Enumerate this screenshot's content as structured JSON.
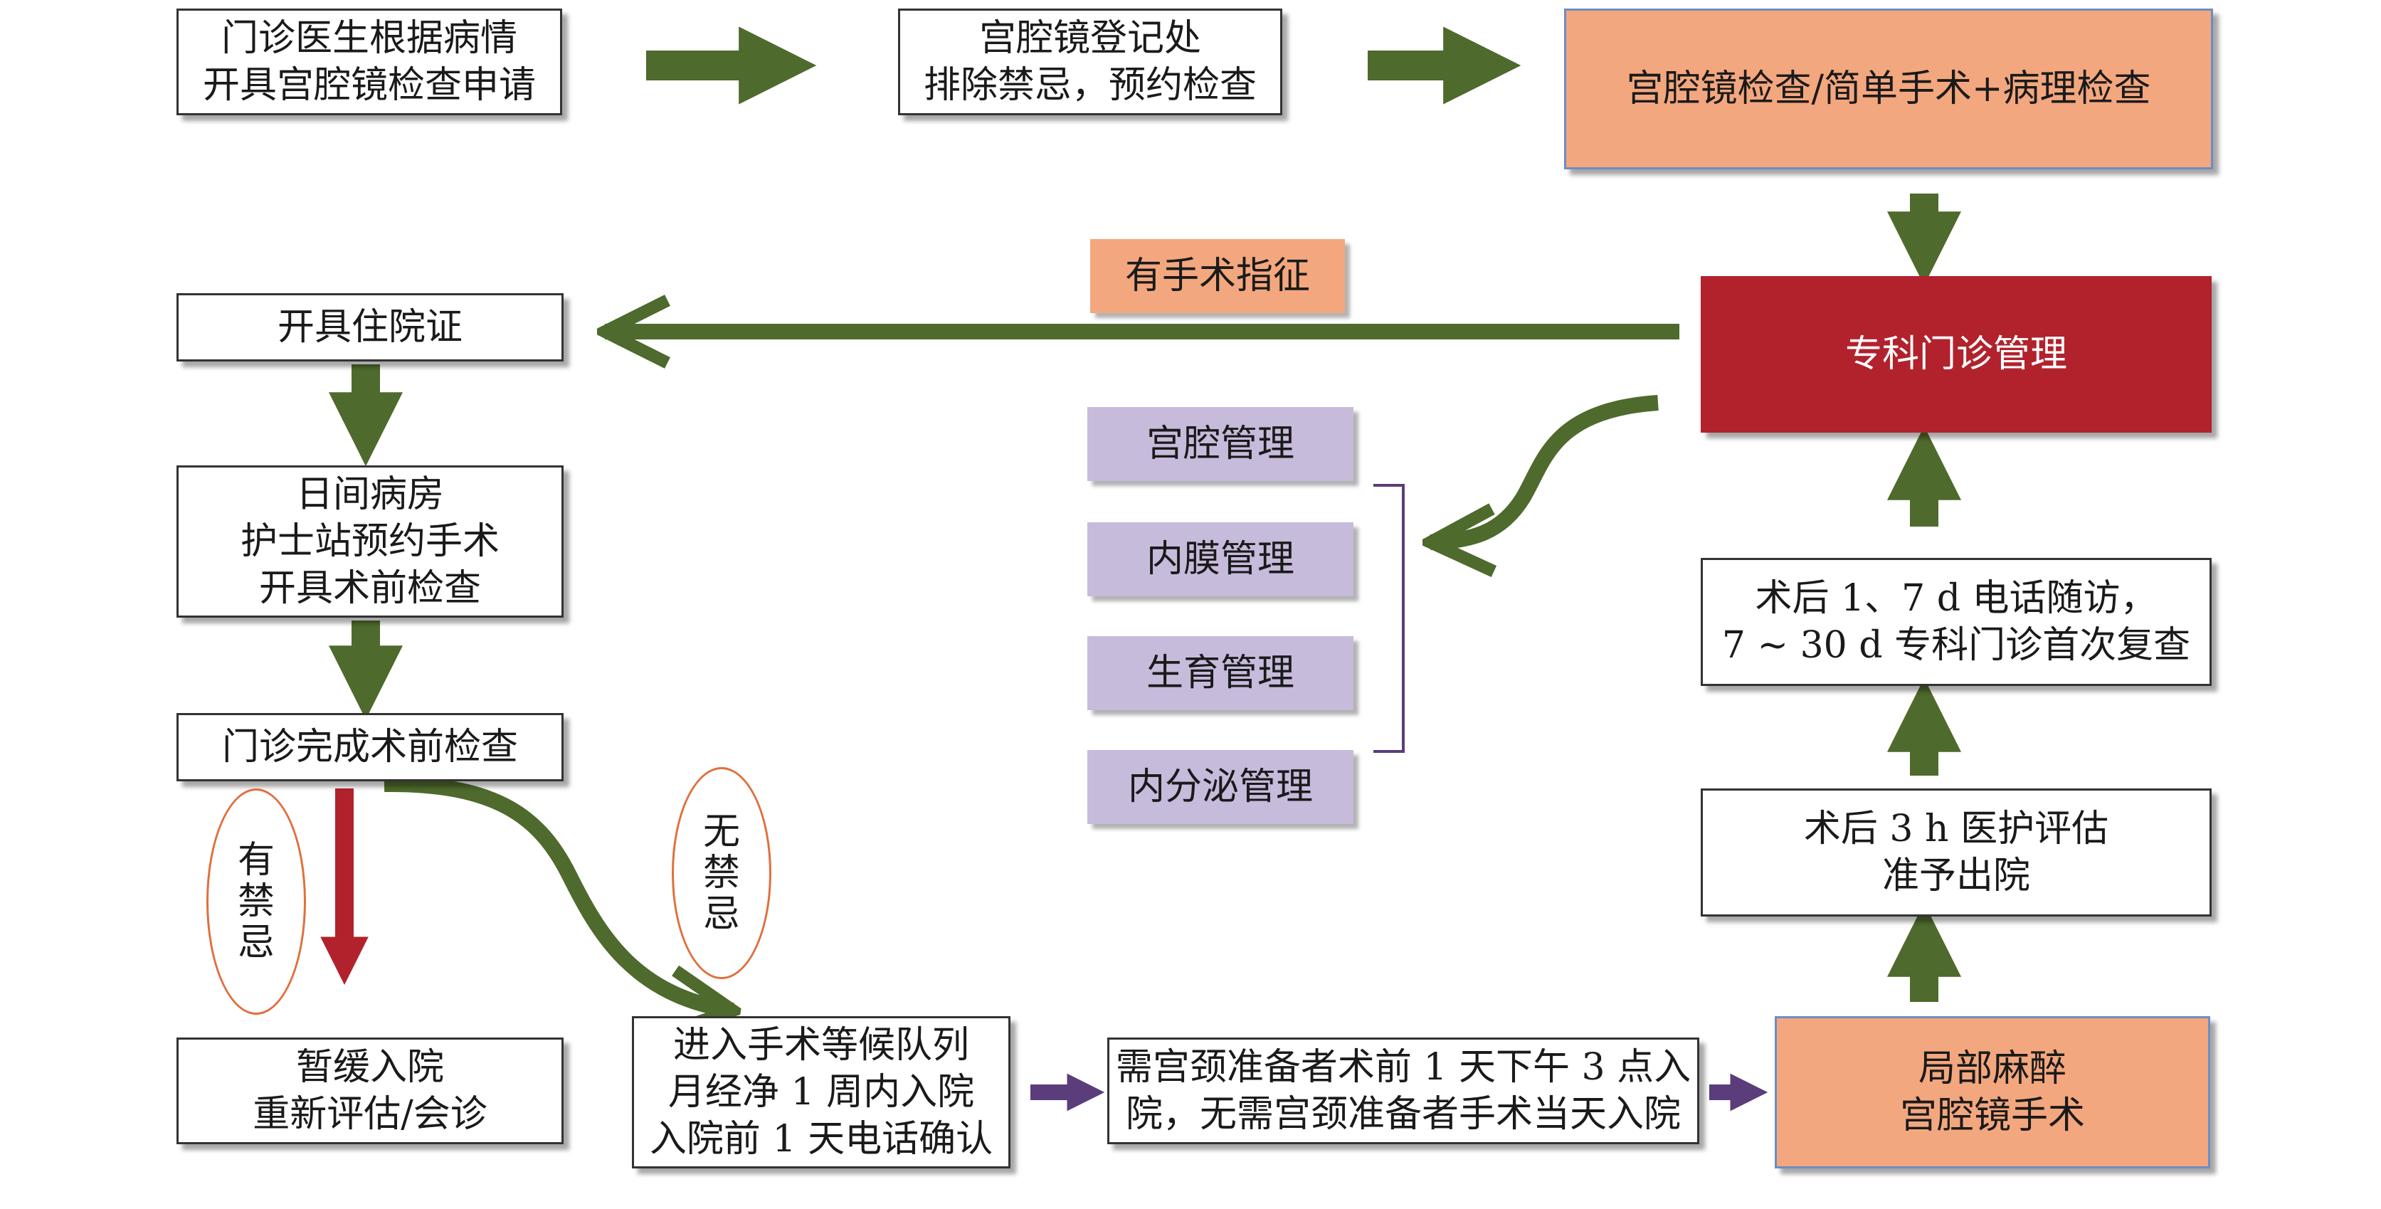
{
  "nodes": {
    "outpatient_request": [
      "门诊医生根据病情",
      "开具宫腔镜检查申请"
    ],
    "registration": [
      "宫腔镜登记处",
      "排除禁忌，预约检查"
    ],
    "hysteroscopy_exam": [
      "宫腔镜检查/简单手术+病理检查"
    ],
    "specialist_clinic": [
      "专科门诊管理"
    ],
    "surgery_indication": "有手术指征",
    "admission_cert": [
      "开具住院证"
    ],
    "day_ward": [
      "日间病房",
      "护士站预约手术",
      "开具术前检查"
    ],
    "preop_check": [
      "门诊完成术前检查"
    ],
    "contraindicated": [
      "有",
      "禁",
      "忌"
    ],
    "no_contraindication": [
      "无",
      "禁",
      "忌"
    ],
    "postpone": [
      "暂缓入院",
      "重新评估/会诊"
    ],
    "queue": [
      "进入手术等候队列",
      "月经净 1 周内入院",
      "入院前 1 天电话确认"
    ],
    "cervix_prep": [
      "需宫颈准备者术前 1 天下午 3 点入",
      "院，无需宫颈准备者手术当天入院"
    ],
    "local_anesthesia": [
      "局部麻醉",
      "宫腔镜手术"
    ],
    "postop_assessment": [
      "术后 3 h 医护评估",
      "准予出院"
    ],
    "followup": [
      "术后 1、7 d 电话随访，",
      "7 ~ 30 d 专科门诊首次复查"
    ],
    "management_items": [
      "宫腔管理",
      "内膜管理",
      "生育管理",
      "内分泌管理"
    ]
  },
  "colors": {
    "arrow_green": "#4e6a2c",
    "arrow_red": "#b1222d",
    "arrow_purple": "#5a3d7a",
    "box_orange": "#f3a77e",
    "box_dark_red": "#b1222d",
    "box_purple": "#c7bbdc",
    "oval_border": "#e0703c"
  }
}
